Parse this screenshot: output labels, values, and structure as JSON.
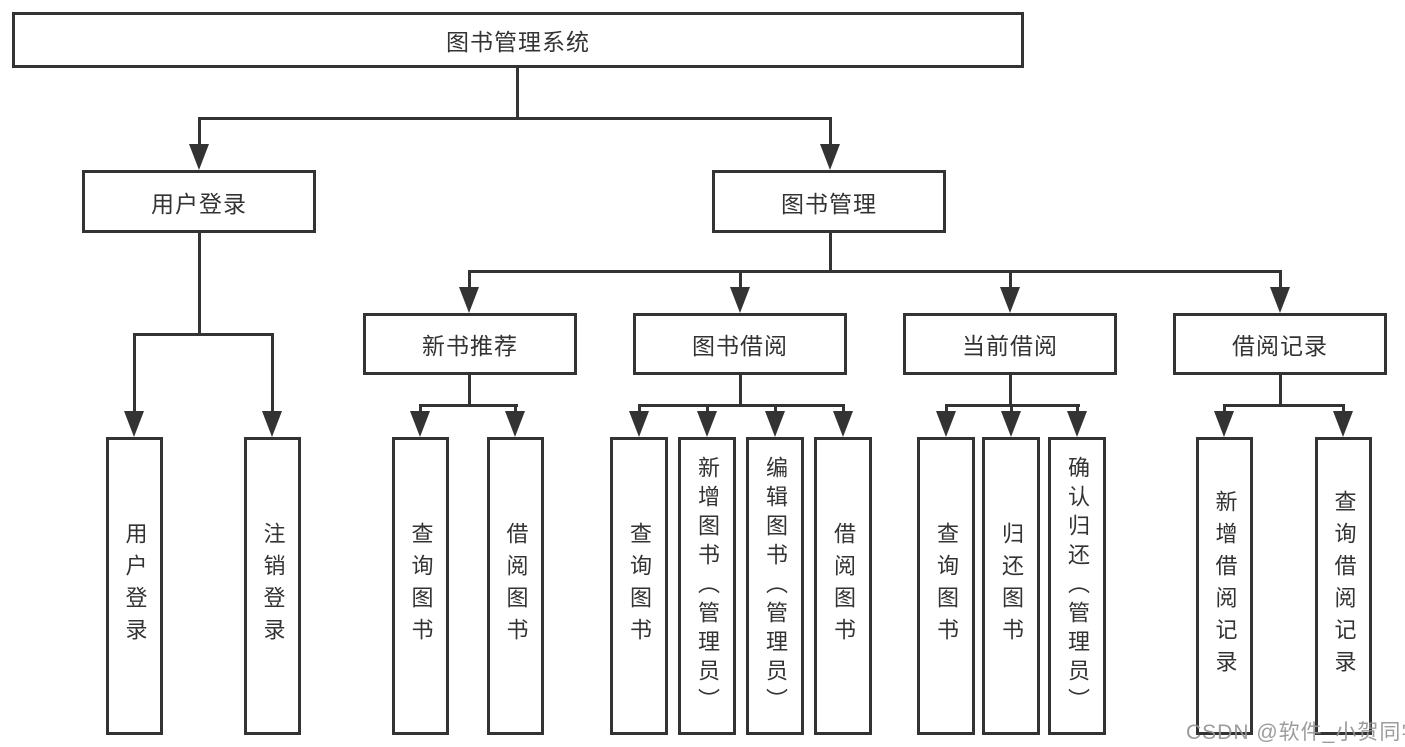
{
  "tree": {
    "root": {
      "label": "图书管理系统",
      "children": [
        {
          "label": "用户登录",
          "children": [
            {
              "label": "用户登录"
            },
            {
              "label": "注销登录"
            }
          ]
        },
        {
          "label": "图书管理",
          "children": [
            {
              "label": "新书推荐",
              "children": [
                {
                  "label": "查询图书"
                },
                {
                  "label": "借阅图书"
                }
              ]
            },
            {
              "label": "图书借阅",
              "children": [
                {
                  "label": "查询图书"
                },
                {
                  "label": "新增图书（管理员）"
                },
                {
                  "label": "编辑图书（管理员）"
                },
                {
                  "label": "借阅图书"
                }
              ]
            },
            {
              "label": "当前借阅",
              "children": [
                {
                  "label": "查询图书"
                },
                {
                  "label": "归还图书"
                },
                {
                  "label": "确认归还（管理员）"
                }
              ]
            },
            {
              "label": "借阅记录",
              "children": [
                {
                  "label": "新增借阅记录"
                },
                {
                  "label": "查询借阅记录"
                }
              ]
            }
          ]
        }
      ]
    }
  },
  "watermark": {
    "text": "CSDN @软件_小贺同学"
  },
  "colors": {
    "line": "#333333",
    "box_border": "#333333",
    "box_background": "#ffffff",
    "text": "#333333",
    "watermark": "#949494"
  }
}
